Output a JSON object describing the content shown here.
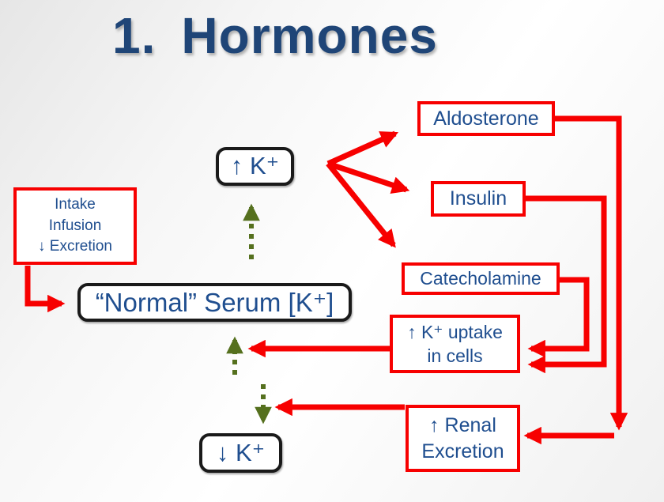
{
  "colors": {
    "red": "#f70000",
    "green": "#55701e",
    "blue_title": "#1f4577",
    "blue_text": "#1f4e8f",
    "box_border_black": "#1a1a1a"
  },
  "title": {
    "number": "1.",
    "text": "Hormones"
  },
  "boxes": {
    "k_up": {
      "label": "↑ K⁺"
    },
    "normal_serum": {
      "label": "“Normal” Serum [K⁺]"
    },
    "k_down": {
      "label": "↓ K⁺"
    },
    "aldosterone": {
      "label": "Aldosterone"
    },
    "insulin": {
      "label": "Insulin"
    },
    "catecholamine": {
      "label": "Catecholamine"
    },
    "k_uptake": {
      "line1": "↑ K⁺ uptake",
      "line2": "in cells"
    },
    "renal_excretion": {
      "line1": "↑ Renal",
      "line2": "Excretion"
    },
    "intake": {
      "line1": "Intake",
      "line2": "Infusion",
      "line3": "↓ Excretion"
    }
  }
}
